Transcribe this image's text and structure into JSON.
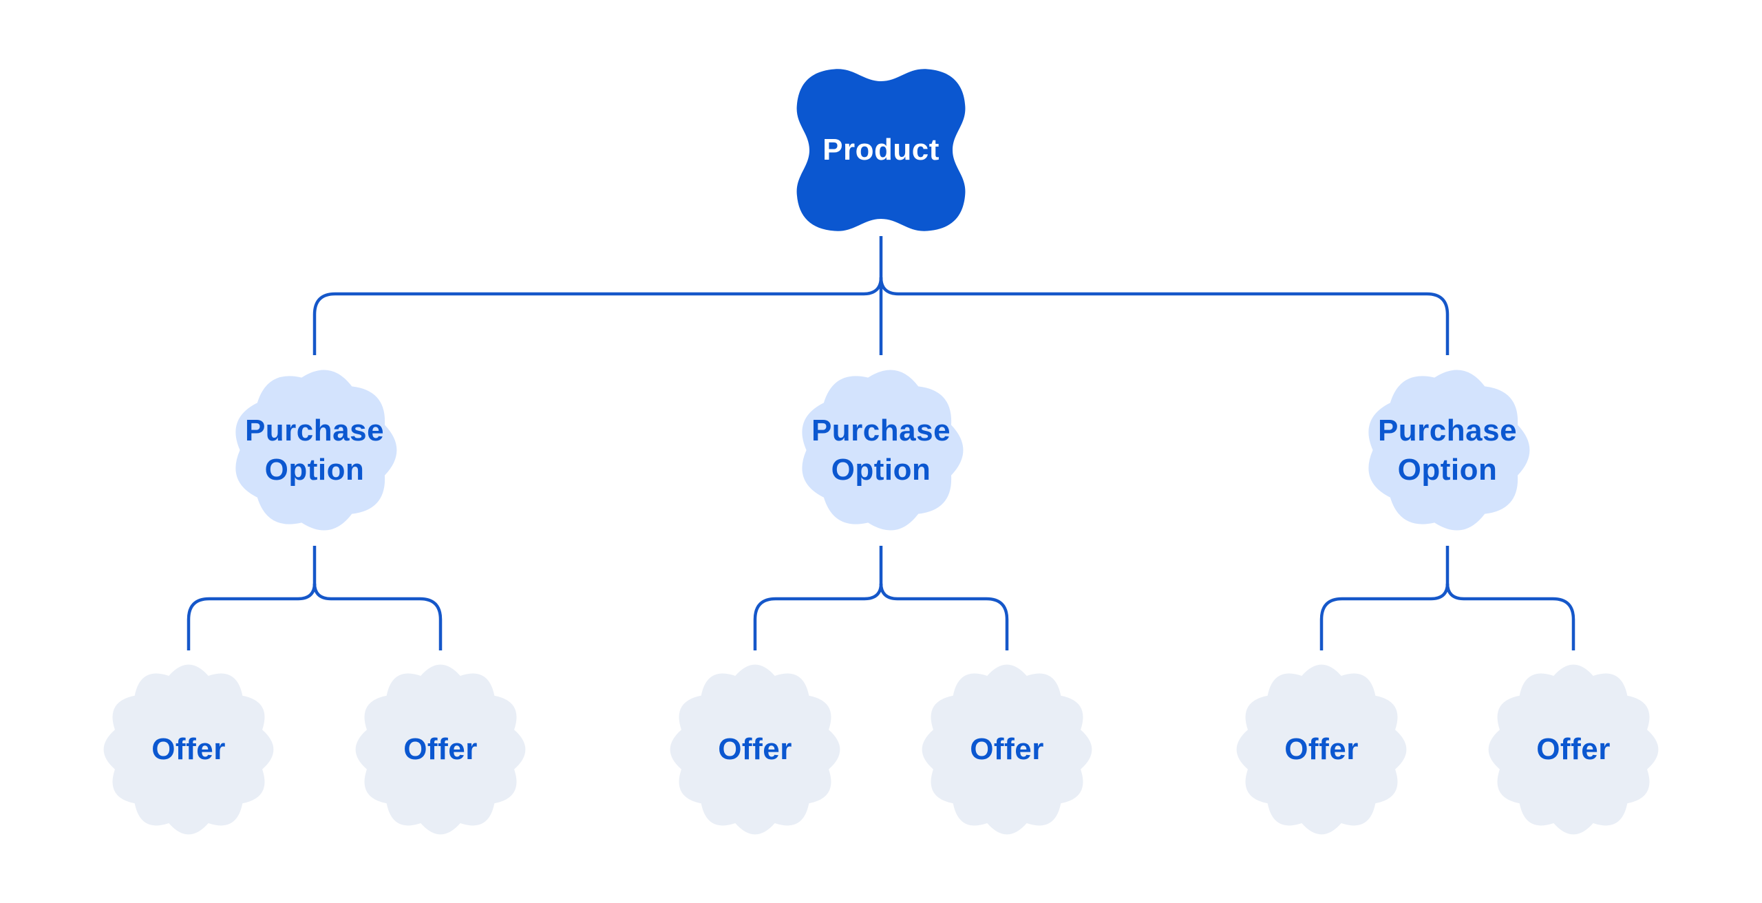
{
  "colors": {
    "background": "#FFFFFF",
    "product_fill": "#0B57D0",
    "product_text": "#FFFFFF",
    "purchase_fill": "#D3E3FD",
    "offer_fill": "#E9EEF6",
    "node_text": "#0B57D0",
    "connector": "#1557C9"
  },
  "tree": {
    "root": {
      "label": "Product"
    },
    "branches": [
      {
        "option_label": "Purchase Option",
        "offers": [
          "Offer",
          "Offer"
        ]
      },
      {
        "option_label": "Purchase Option",
        "offers": [
          "Offer",
          "Offer"
        ]
      },
      {
        "option_label": "Purchase Option",
        "offers": [
          "Offer",
          "Offer"
        ]
      }
    ]
  }
}
